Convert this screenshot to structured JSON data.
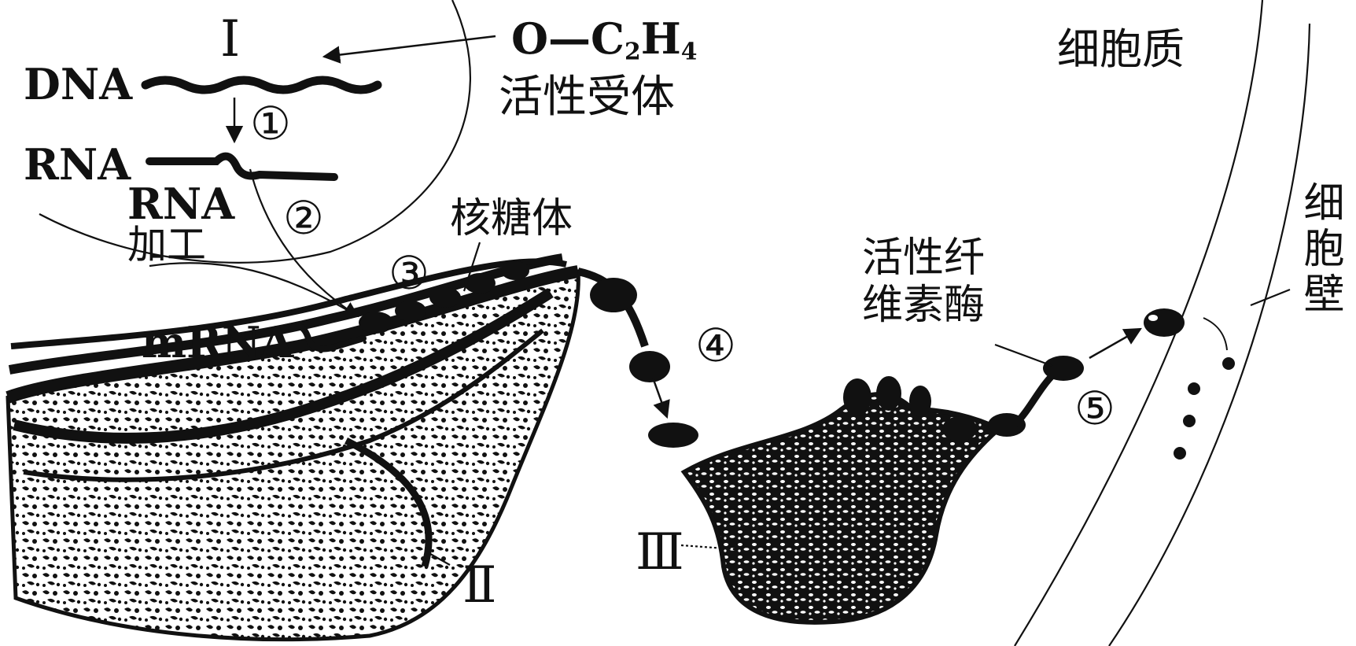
{
  "labels": {
    "roman_i": "Ⅰ",
    "roman_ii": "Ⅱ",
    "roman_iii": "Ⅲ",
    "dna": "DNA",
    "rna": "RNA",
    "rna_proc_1": "RNA",
    "rna_proc_2": "加工",
    "mrna": "mRNA",
    "hormone_base": "O—C",
    "hormone_sub2": "2",
    "hormone_h": "H",
    "hormone_sub4": "4",
    "receptor": "活性受体",
    "ribosome": "核糖体",
    "cellulase_1": "活性纤",
    "cellulase_2": "维素酶",
    "cytoplasm": "细胞质",
    "cell_wall": "细胞壁",
    "step1": "①",
    "step2": "②",
    "step3": "③",
    "step4": "④",
    "step5": "⑤"
  },
  "colors": {
    "ink": "#111111",
    "background": "#ffffff"
  }
}
